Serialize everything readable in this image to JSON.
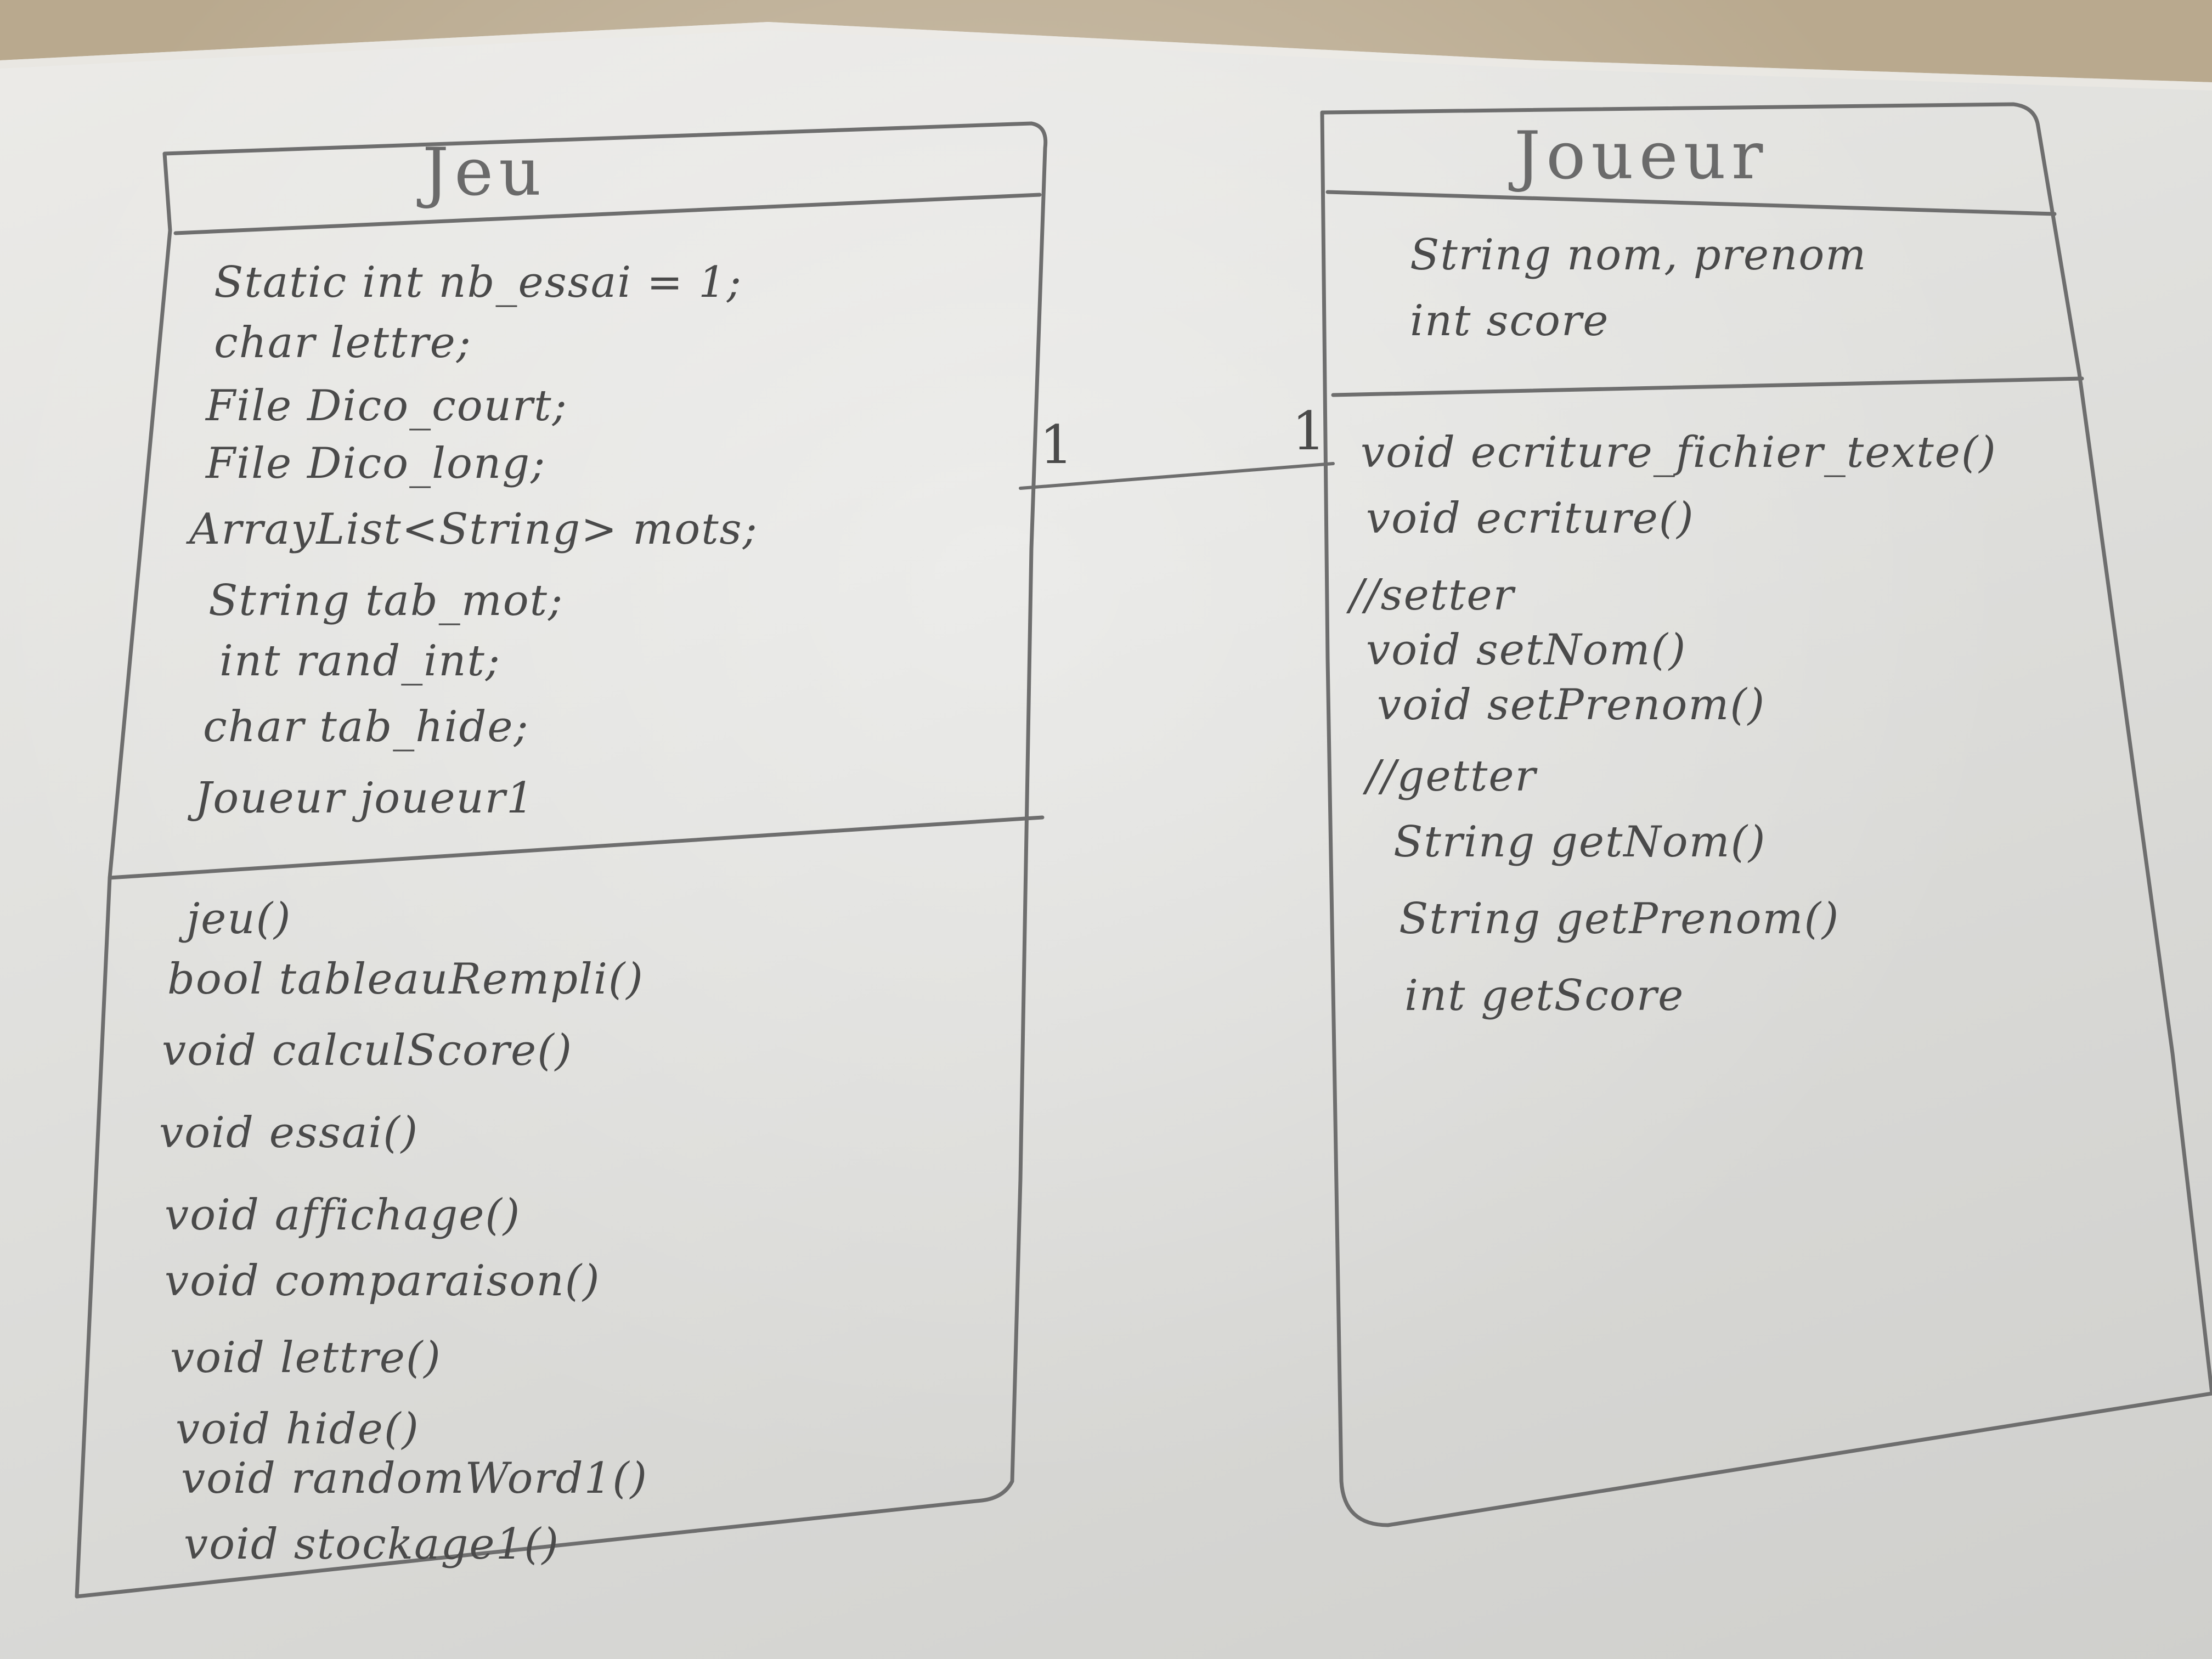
{
  "jeu": {
    "name": "Jeu",
    "attributes": [
      "Static int nb_essai = 1;",
      "char lettre;",
      "File Dico_court;",
      "File Dico_long;",
      "ArrayList<String> mots;",
      "String tab_mot;",
      "int rand_int;",
      "char tab_hide;",
      "Joueur joueur1"
    ],
    "operations": [
      "jeu()",
      "bool tableauRempli()",
      "void calculScore()",
      "void essai()",
      "void affichage()",
      "void comparaison()",
      "void lettre()",
      "void hide()",
      "void randomWord1()",
      "void stockage1()"
    ]
  },
  "joueur": {
    "name": "Joueur",
    "attributes": [
      "String nom, prenom",
      "int score"
    ],
    "operations": [
      "void ecriture_fichier_texte()",
      "void ecriture()",
      "//setter",
      "void setNom()",
      "void setPrenom()",
      "//getter",
      "String getNom()",
      "String getPrenom()",
      "int getScore"
    ]
  },
  "association": {
    "left_multiplicity": "1",
    "right_multiplicity": "1"
  }
}
